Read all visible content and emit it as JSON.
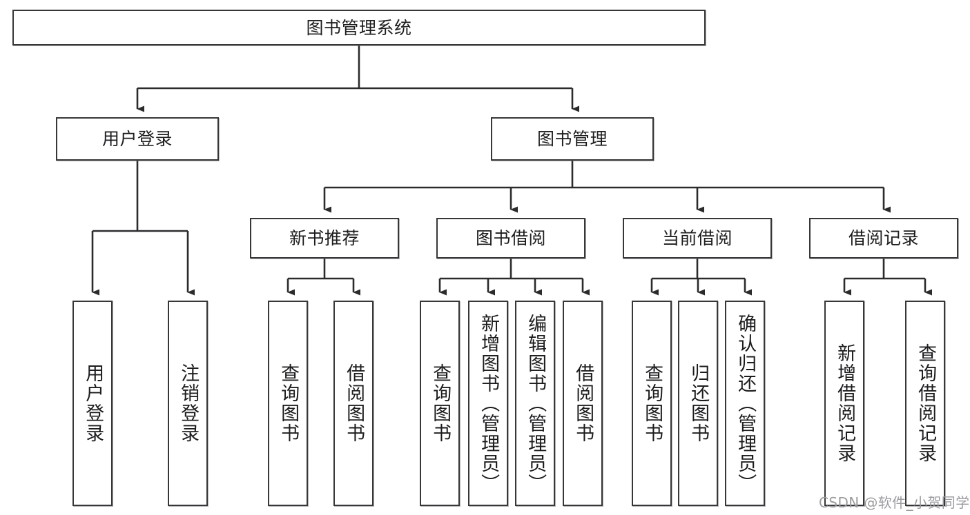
{
  "diagram": {
    "title": "图书管理系统",
    "type": "tree-hierarchy-chart",
    "colors": {
      "box_border": "#37373a",
      "box_fill": "#ffffff",
      "edge": "#2b2b2e",
      "text": "#1d1d20",
      "watermark": "#9b9ba0",
      "background": "#ffffff"
    },
    "root": {
      "label": "图书管理系统"
    },
    "level2": [
      {
        "label": "用户登录"
      },
      {
        "label": "图书管理"
      }
    ],
    "level3": [
      {
        "label": "新书推荐"
      },
      {
        "label": "图书借阅"
      },
      {
        "label": "当前借阅"
      },
      {
        "label": "借阅记录"
      }
    ],
    "leaves": {
      "user_login": [
        {
          "label": "用户登录"
        },
        {
          "label": "注销登录"
        }
      ],
      "new_book_recommend": [
        {
          "label": "查询图书"
        },
        {
          "label": "借阅图书"
        }
      ],
      "book_borrow": [
        {
          "label": "查询图书"
        },
        {
          "label": "新增图书（管理员）"
        },
        {
          "label": "编辑图书（管理员）"
        },
        {
          "label": "借阅图书"
        }
      ],
      "current_borrow": [
        {
          "label": "查询图书"
        },
        {
          "label": "归还图书"
        },
        {
          "label": "确认归还（管理员）"
        }
      ],
      "borrow_record": [
        {
          "label": "新增借阅记录"
        },
        {
          "label": "查询借阅记录"
        }
      ]
    },
    "watermark": "CSDN @软件_小贺同学"
  }
}
